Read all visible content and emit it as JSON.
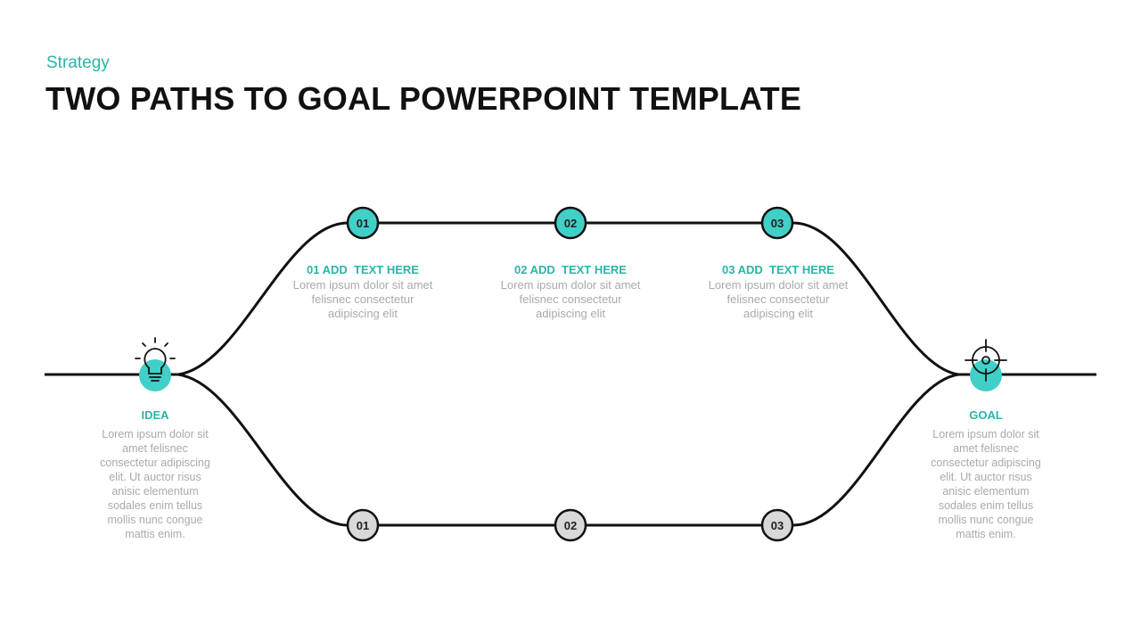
{
  "header": {
    "subtitle": "Strategy",
    "title": "TWO PATHS TO GOAL POWERPOINT TEMPLATE"
  },
  "colors": {
    "accent": "#40d0c8",
    "accent_text": "#2bb5a8",
    "line": "#111111",
    "grey_node": "#d9d9d9",
    "body_text": "#aaaaaa"
  },
  "start": {
    "icon": "lightbulb-icon",
    "heading": "IDEA",
    "body": "Lorem ipsum dolor sit amet felisnec consectetur adipiscing elit. Ut auctor risus anisic elementum sodales enim tellus mollis nunc congue mattis enim."
  },
  "end": {
    "icon": "target-icon",
    "heading": "GOAL",
    "body": "Lorem ipsum dolor sit amet felisnec consectetur adipiscing elit. Ut auctor risus anisic elementum sodales enim tellus mollis nunc congue mattis enim."
  },
  "top_path": {
    "nodes": [
      "01",
      "02",
      "03"
    ],
    "steps": [
      {
        "heading": "01 ADD  TEXT HERE",
        "body": "Lorem ipsum dolor sit amet felisnec consectetur adipiscing elit"
      },
      {
        "heading": "02 ADD  TEXT HERE",
        "body": "Lorem ipsum dolor sit amet felisnec consectetur adipiscing elit"
      },
      {
        "heading": "03 ADD  TEXT HERE",
        "body": "Lorem ipsum dolor sit amet felisnec consectetur adipiscing elit"
      }
    ]
  },
  "bottom_path": {
    "nodes": [
      "01",
      "02",
      "03"
    ]
  }
}
